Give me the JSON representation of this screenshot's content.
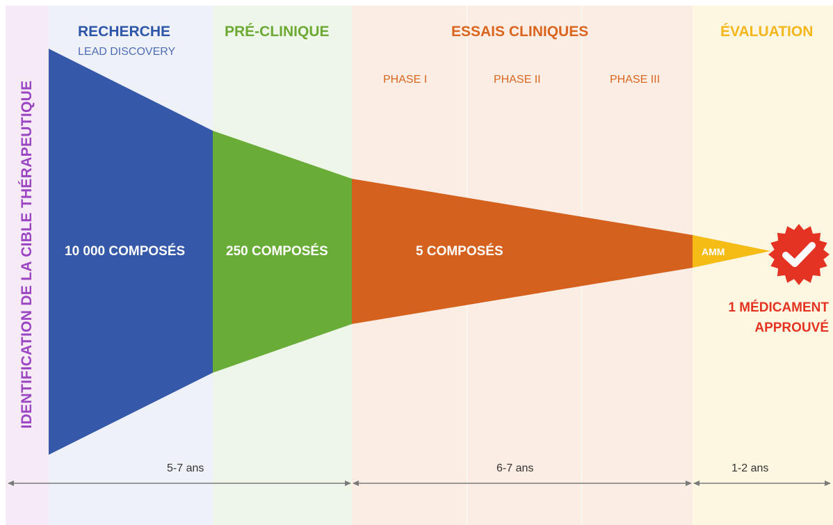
{
  "vertical_title": "IDENTIFICATION DE LA CIBLE THÉRAPEUTIQUE",
  "stages": {
    "recherche": {
      "title": "RECHERCHE",
      "subtitle": "LEAD DISCOVERY",
      "count": "10 000 COMPOSÉS"
    },
    "preclinique": {
      "title": "PRÉ-CLINIQUE",
      "count": "250 COMPOSÉS"
    },
    "essais": {
      "title": "ESSAIS CLINIQUES",
      "phases": [
        "PHASE I",
        "PHASE II",
        "PHASE III"
      ],
      "count": "5 COMPOSÉS"
    },
    "evaluation": {
      "title": "ÉVALUATION",
      "tag": "AMM",
      "result": [
        "1 MÉDICAMENT",
        "APPROUVÉ"
      ]
    }
  },
  "durations": [
    "5-7 ans",
    "6-7 ans",
    "1-2 ans"
  ],
  "badge_icon": "check-seal-icon",
  "colors": {
    "recherche": "#3558a8",
    "preclinique": "#6aac38",
    "essais": "#d5611f",
    "evaluation": "#f6bc16",
    "approved": "#e53323",
    "identification": "#9b45c2"
  }
}
